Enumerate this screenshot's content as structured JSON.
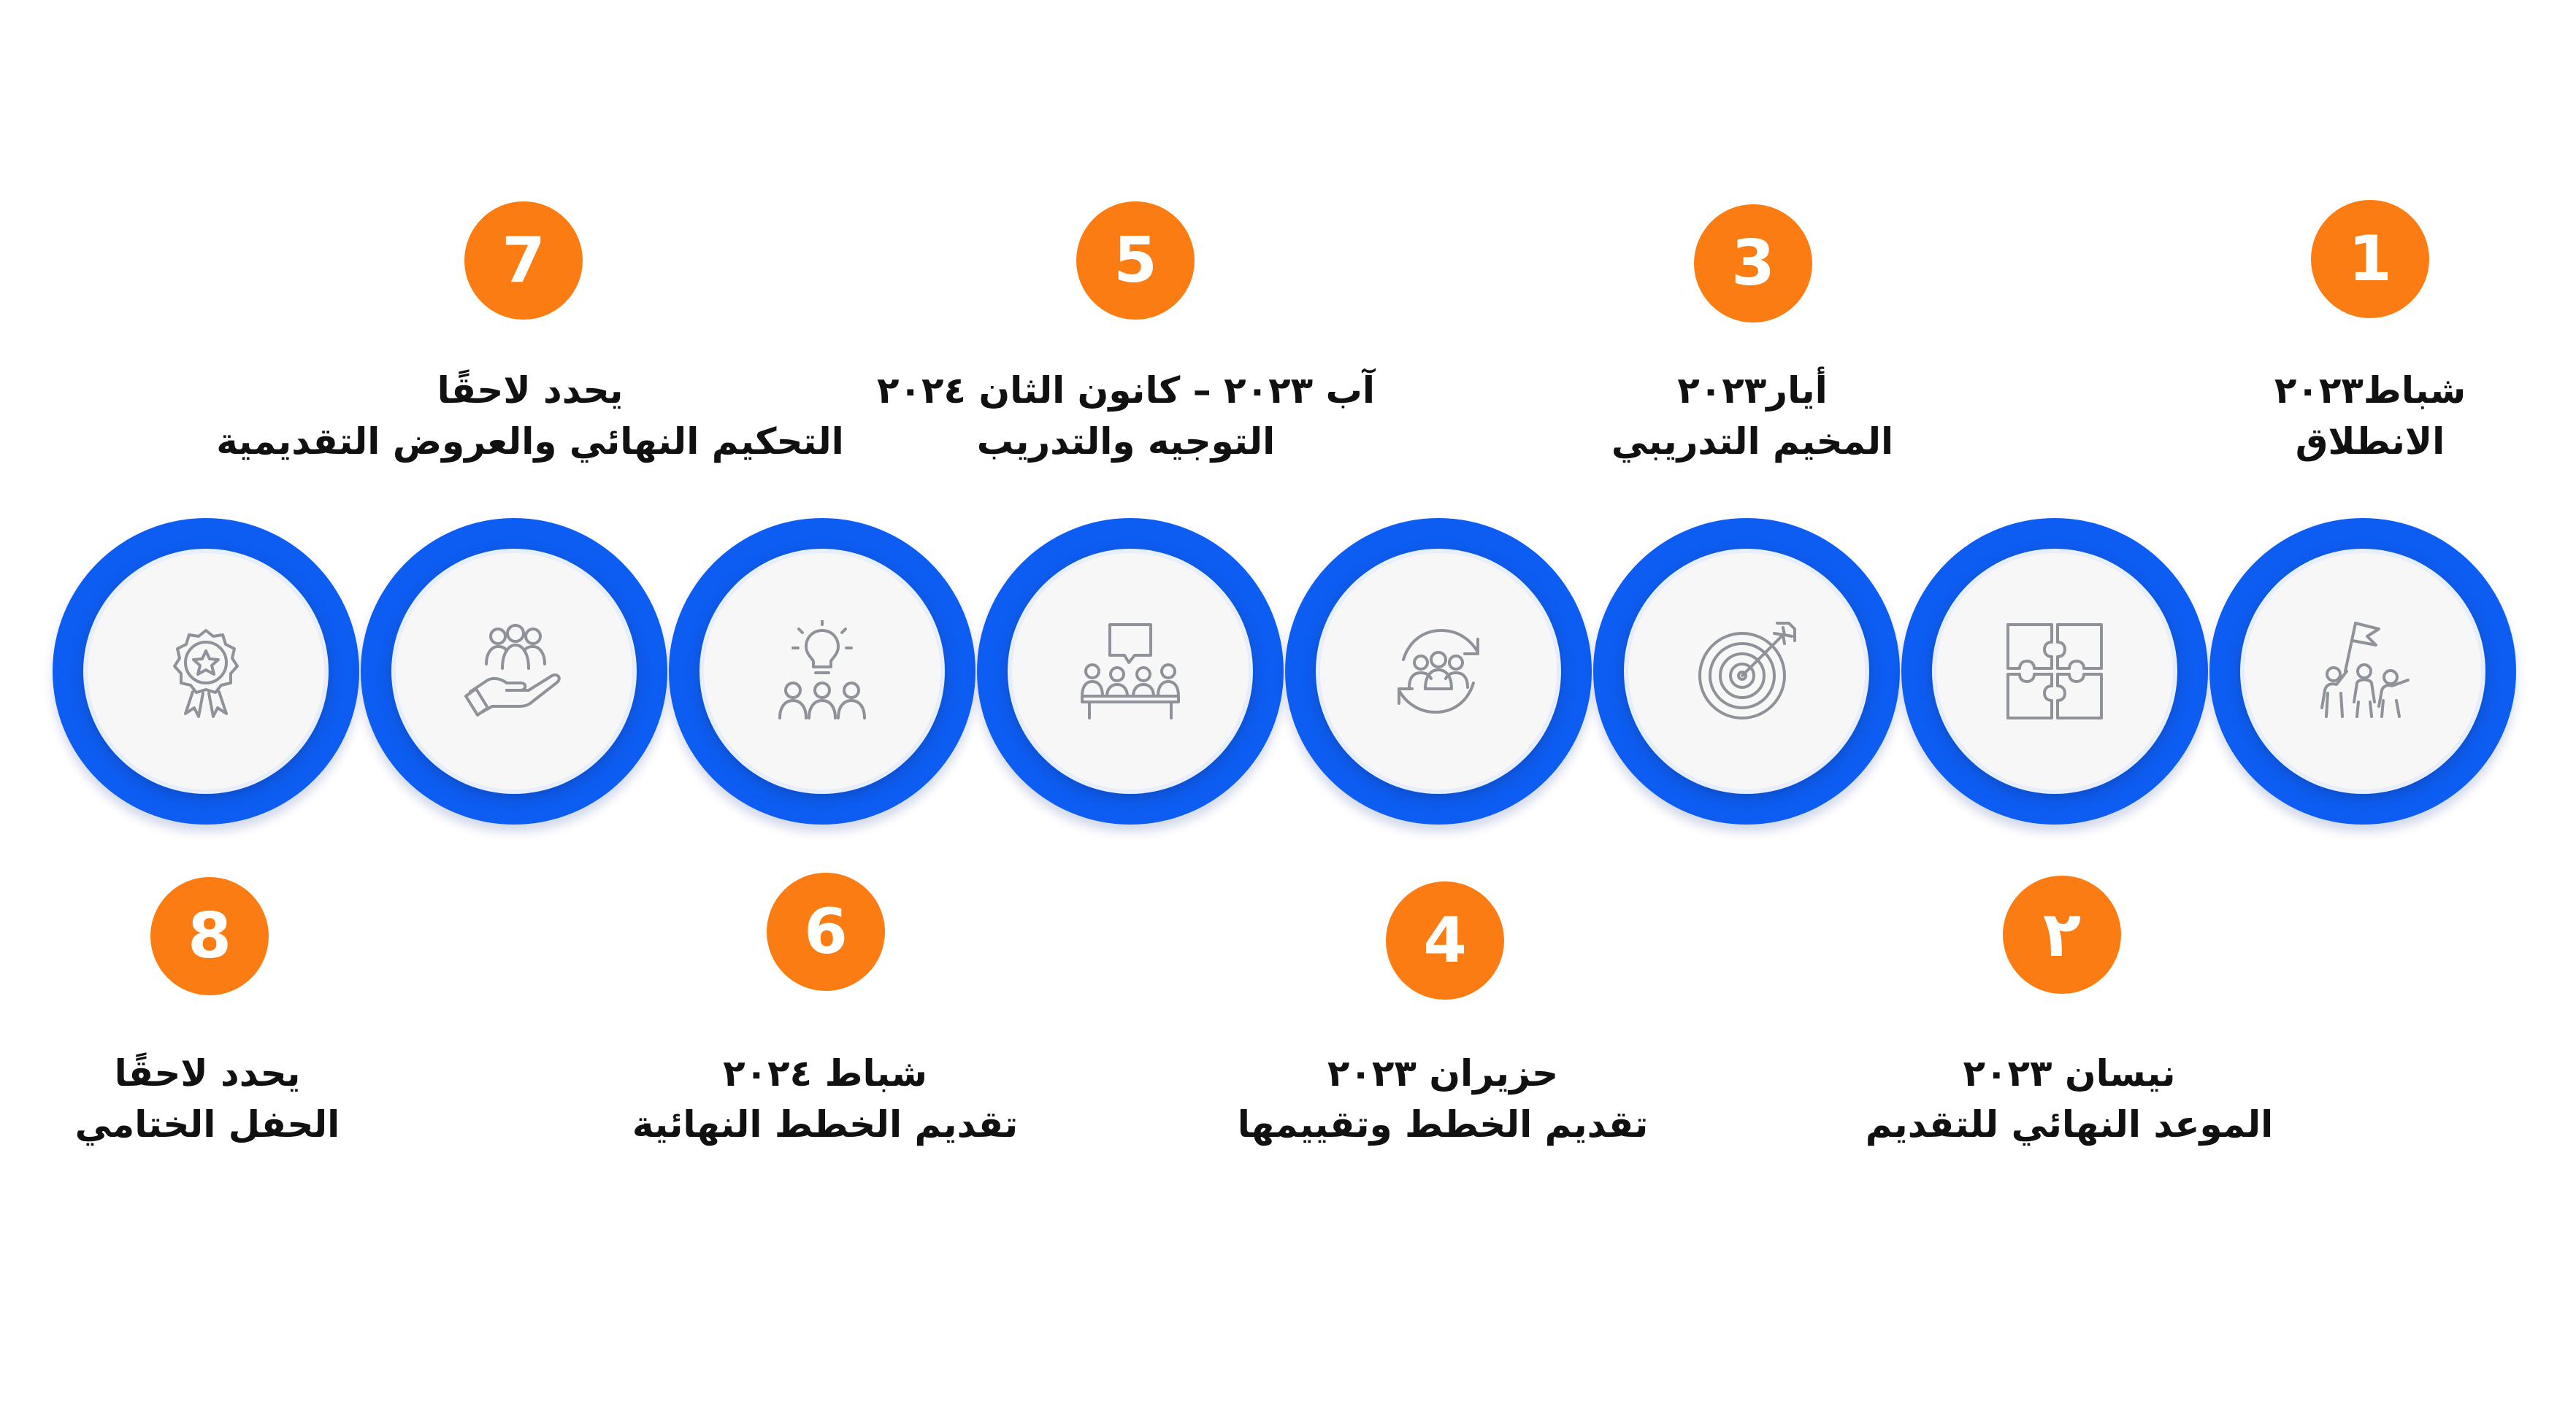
{
  "colors": {
    "ring": "#0e5df2",
    "badge": "#fb7c12",
    "text": "#111111",
    "icon_stroke": "#8f9299"
  },
  "stages": [
    {
      "number": "1",
      "date": "شباط٢٠٢٣",
      "title": "الانطلاق",
      "icon": "flag-team-icon"
    },
    {
      "number": "٢",
      "date": "نيسان  ٢٠٢٣",
      "title": "الموعد النهائي للتقديم",
      "icon": "puzzle-icon"
    },
    {
      "number": "3",
      "date": "أيار٢٠٢٣",
      "title": "المخيم التدريبي",
      "icon": "target-icon"
    },
    {
      "number": "4",
      "date": "حزيران ٢٠٢٣",
      "title": "تقديم الخطط وتقييمها",
      "icon": "team-cycle-icon"
    },
    {
      "number": "5",
      "date": "آب ٢٠٢٣ – كانون الثان ٢٠٢٤",
      "title": "التوجيه والتدريب",
      "icon": "meeting-icon"
    },
    {
      "number": "6",
      "date": "شباط ٢٠٢٤",
      "title": "تقديم الخطط النهائية",
      "icon": "idea-team-icon"
    },
    {
      "number": "7",
      "date": "يحدد لاحقًا",
      "title": "التحكيم النهائي والعروض التقديمية",
      "icon": "hand-team-icon"
    },
    {
      "number": "8",
      "date": "يحدد لاحقًا",
      "title": "الحفل الختامي",
      "icon": "award-badge-icon"
    }
  ]
}
